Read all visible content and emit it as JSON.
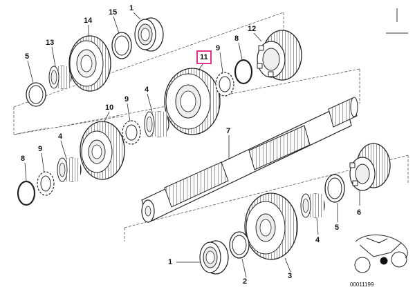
{
  "diagram": {
    "callouts": {
      "c1_top": "1",
      "c15": "15",
      "c14": "14",
      "c13": "13",
      "c5_top": "5",
      "c11": "11",
      "c9_top": "9",
      "c8_top": "8",
      "c12": "12",
      "c4_mid": "4",
      "c9_mid": "9",
      "c10": "10",
      "c7": "7",
      "c9_left": "9",
      "c4_left": "4",
      "c8_left": "8",
      "c6": "6",
      "c5_right": "5",
      "c4_right": "4",
      "c1_bottom": "1",
      "c2": "2",
      "c3": "3"
    },
    "highlighted_callout": "11",
    "catalog_number": "00011199",
    "highlight_color": "#e0338a",
    "icons": [
      "motorcycle-icon"
    ]
  }
}
